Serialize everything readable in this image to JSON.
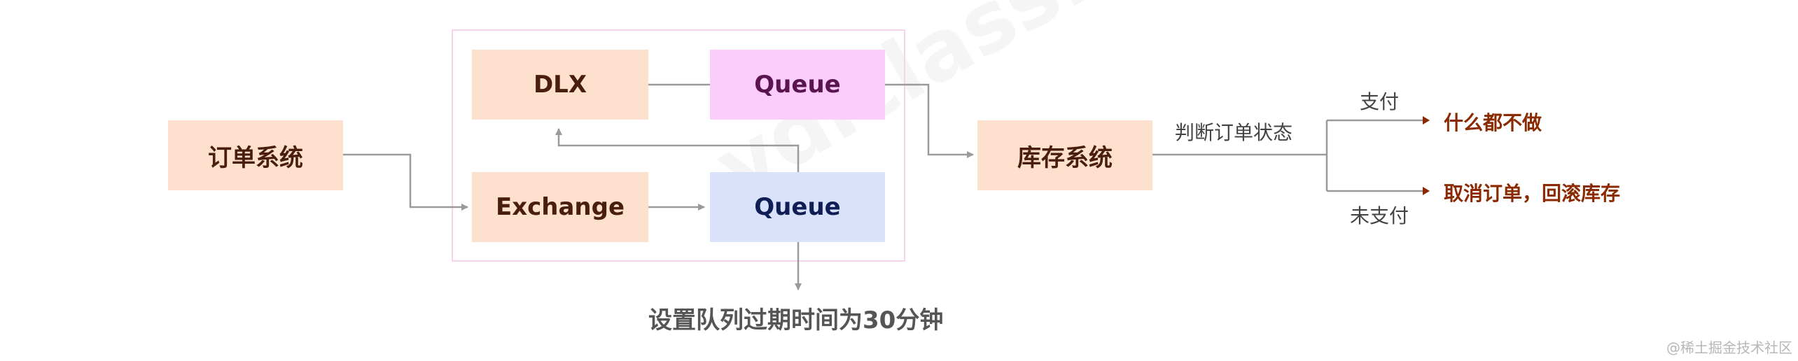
{
  "nodes": {
    "order_system": "订单系统",
    "dlx": "DLX",
    "queue_top": "Queue",
    "exchange": "Exchange",
    "queue_bottom": "Queue",
    "inventory_system": "库存系统"
  },
  "edge_labels": {
    "check_status": "判断订单状态",
    "paid": "支付",
    "unpaid": "未支付"
  },
  "outcomes": {
    "paid_result": "什么都不做",
    "unpaid_result": "取消订单，回滚库存"
  },
  "note": "设置队列过期时间为30分钟",
  "watermark": "ydlclass.com",
  "footer_watermark": "@稀土掘金技术社区",
  "colors": {
    "peach_box": "#fde0cd",
    "pink_queue": "#fbcdfb",
    "blue_queue": "#d9e1fb",
    "outcome_text": "#8b2a00",
    "connector": "#9a9a9a",
    "group_border": "#f3d6ee"
  }
}
